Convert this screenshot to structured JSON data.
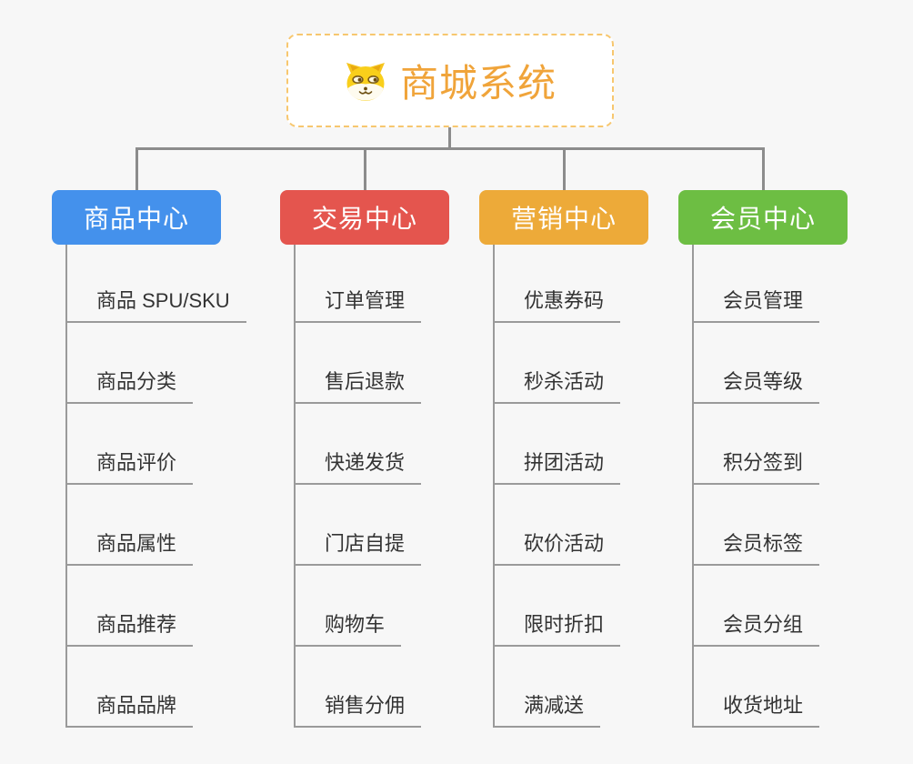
{
  "canvas": {
    "background": "#F7F7F7",
    "connector_color": "#8C8C8C",
    "child_line_color": "#9A9A9A",
    "subtopic_text_color": "#333333"
  },
  "root": {
    "title": "商城系统",
    "icon": "shiba-dog-icon",
    "text_color": "#F0A43A",
    "border_color": "#F7C76F"
  },
  "branches": [
    {
      "id": "product-center",
      "label": "商品中心",
      "color": "#4491EC",
      "children": [
        "商品 SPU/SKU",
        "商品分类",
        "商品评价",
        "商品属性",
        "商品推荐",
        "商品品牌"
      ]
    },
    {
      "id": "trade-center",
      "label": "交易中心",
      "color": "#E4554E",
      "children": [
        "订单管理",
        "售后退款",
        "快递发货",
        "门店自提",
        "购物车",
        "销售分佣"
      ]
    },
    {
      "id": "marketing-center",
      "label": "营销中心",
      "color": "#EDAA39",
      "children": [
        "优惠券码",
        "秒杀活动",
        "拼团活动",
        "砍价活动",
        "限时折扣",
        "满减送"
      ]
    },
    {
      "id": "member-center",
      "label": "会员中心",
      "color": "#6DBE43",
      "children": [
        "会员管理",
        "会员等级",
        "积分签到",
        "会员标签",
        "会员分组",
        "收货地址"
      ]
    }
  ]
}
